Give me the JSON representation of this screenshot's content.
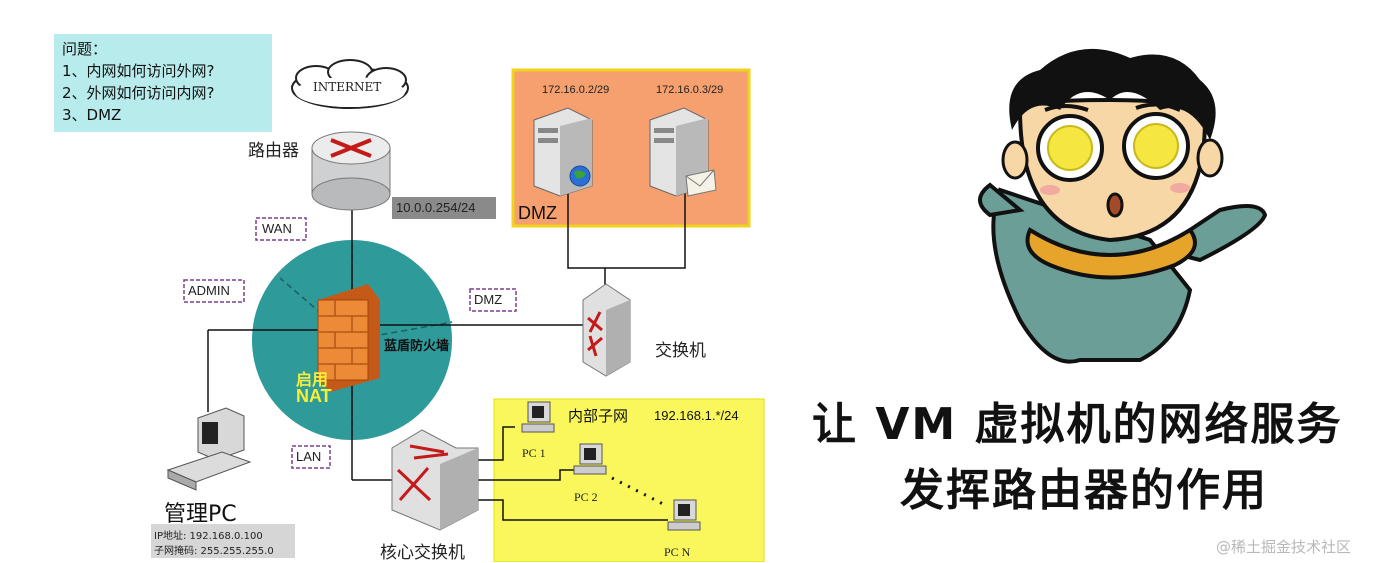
{
  "questions": {
    "title": "问题：",
    "items": [
      "1、内网如何访问外网?",
      "2、外网如何访问内网?",
      "3、DMZ"
    ]
  },
  "network": {
    "internet_label": "INTERNET",
    "router_label": "路由器",
    "router_ip": "10.0.0.254/24",
    "wan_tag": "WAN",
    "admin_tag": "ADMIN",
    "dmz_tag": "DMZ",
    "lan_tag": "LAN",
    "firewall_label": "蓝盾防火墙",
    "nat_line1": "启用",
    "nat_line2": "NAT",
    "dmz_server1_ip": "172.16.0.2/29",
    "dmz_server2_ip": "172.16.0.3/29",
    "dmz_zone_label": "DMZ",
    "switch_label": "交换机",
    "core_switch_label": "核心交换机",
    "admin_pc_label": "管理PC",
    "admin_pc_ip": "IP地址: 192.168.0.100",
    "admin_pc_mask": "子网掩码: 255.255.255.0",
    "internal_subnet_label": "内部子网",
    "internal_subnet_ip": "192.168.1.*/24",
    "pc1_label": "PC 1",
    "pc2_label": "PC 2",
    "pcn_label": "PC N"
  },
  "caption": {
    "line1": "让 VM 虚拟机的网络服务",
    "line2": "发挥路由器的作用"
  },
  "watermark": "@稀土掘金技术社区",
  "colors": {
    "question_bg": "#b8ecec",
    "circle": "#2f9a9a",
    "dmz_bg": "#f5a06e",
    "dmz_border": "#f2d21a",
    "subnet_bg": "#f9f75c",
    "firewall": "#e8832f",
    "skin": "#f7d7a6",
    "body_teal": "#6a9e96",
    "collar": "#e6a52a",
    "eye_yellow": "#f5e640"
  }
}
